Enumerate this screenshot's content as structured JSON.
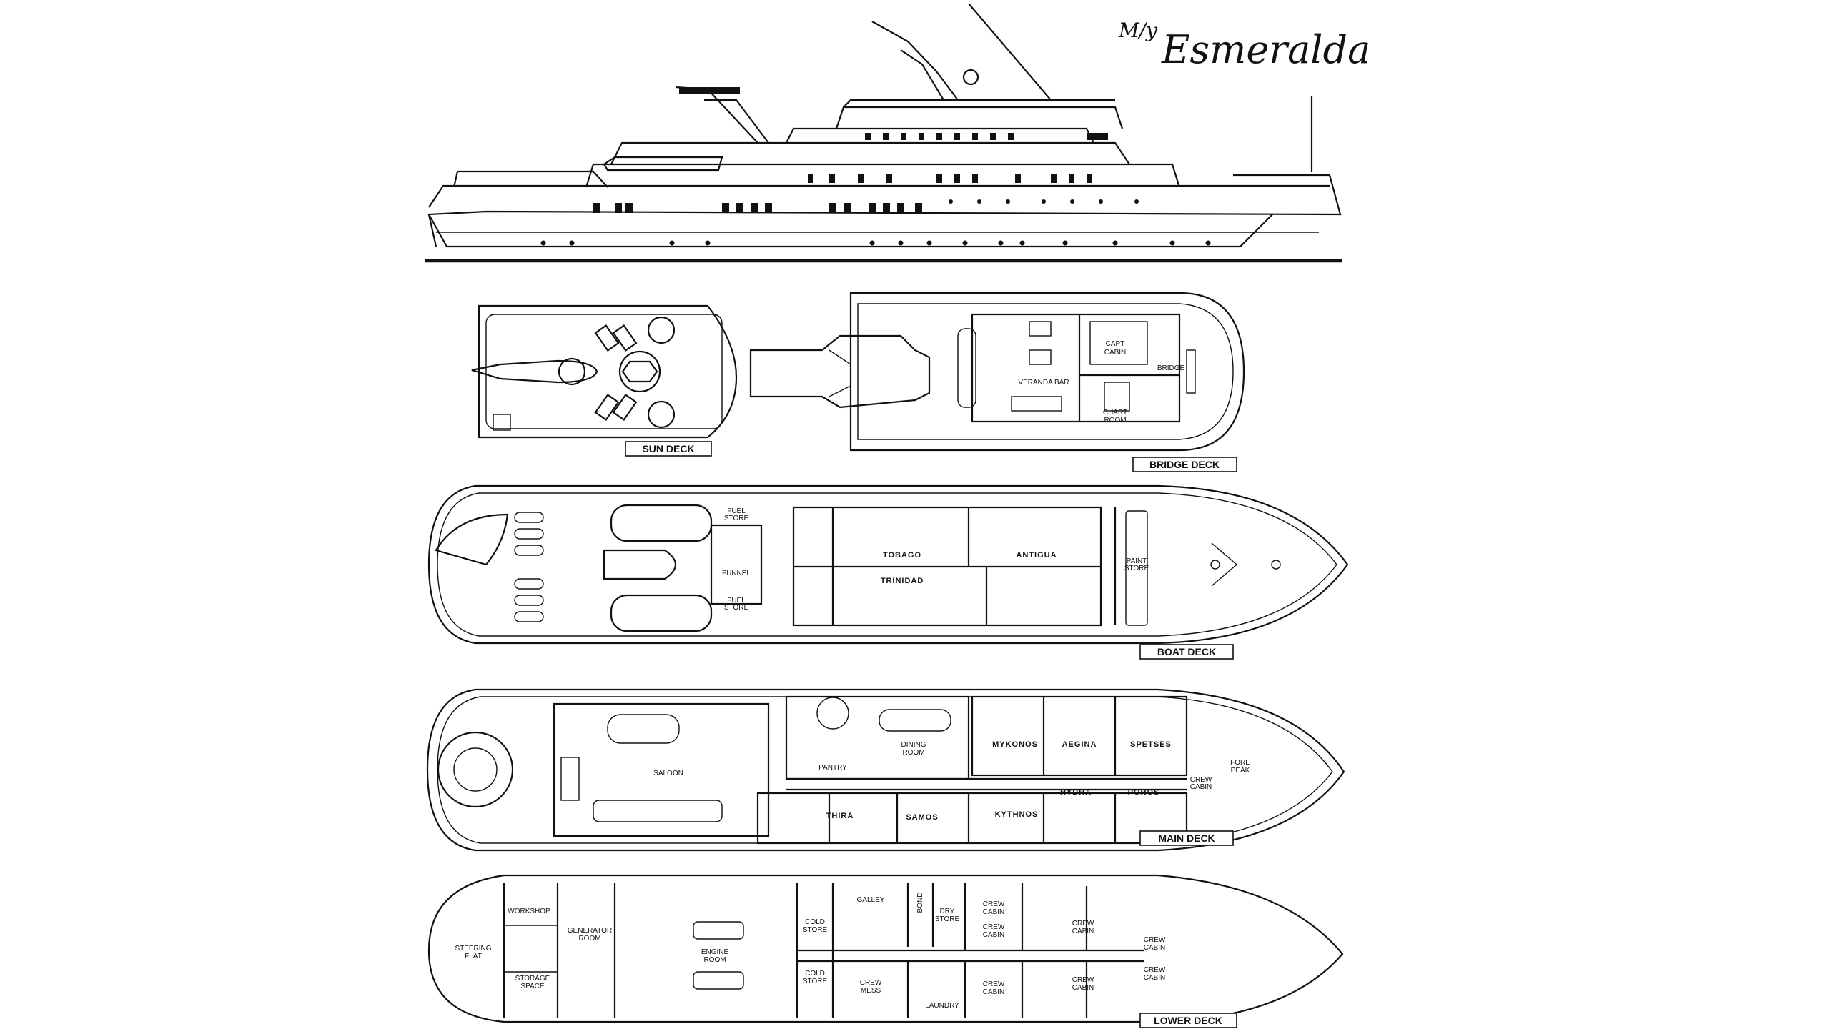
{
  "title": {
    "prefix": "M/y",
    "name": "Esmeralda"
  },
  "decks": {
    "sun": "SUN DECK",
    "bridge": "BRIDGE DECK",
    "boat": "BOAT DECK",
    "main": "MAIN DECK",
    "lower": "LOWER DECK"
  },
  "bridge_rooms": {
    "veranda_bar": "VERANDA BAR",
    "capt_cabin": [
      "CAPT",
      "CABIN"
    ],
    "chart_room": [
      "CHART",
      "ROOM"
    ],
    "bridge": "BRIDGE"
  },
  "boat_rooms": {
    "fuel_store_1": [
      "FUEL",
      "STORE"
    ],
    "fuel_store_2": [
      "FUEL",
      "STORE"
    ],
    "funnel": "FUNNEL",
    "paint_store": [
      "PAINT",
      "STORE"
    ],
    "tobago": "TOBAGO",
    "antigua": "ANTIGUA",
    "trinidad": "TRINIDAD"
  },
  "main_rooms": {
    "saloon": "SALOON",
    "dining_room": [
      "DINING",
      "ROOM"
    ],
    "pantry": "PANTRY",
    "fore_peak": [
      "FORE",
      "PEAK"
    ],
    "crew_cabin": [
      "CREW",
      "CABIN"
    ],
    "mykonos": "MYKONOS",
    "aegina": "AEGINA",
    "spetses": "SPETSES",
    "hydra": "HYDRA",
    "poros": "POROS",
    "thira": "THIRA",
    "samos": "SAMOS",
    "kythnos": "KYTHNOS"
  },
  "lower_rooms": {
    "workshop": "WORKSHOP",
    "steering_flat": [
      "STEERING",
      "FLAT"
    ],
    "storage_space": [
      "STORAGE",
      "SPACE"
    ],
    "generator_room": [
      "GENERATOR",
      "ROOM"
    ],
    "engine_room": [
      "ENGINE",
      "ROOM"
    ],
    "cold_store": [
      "COLD",
      "STORE"
    ],
    "galley": "GALLEY",
    "bond": "BOND",
    "dry_store": [
      "DRY",
      "STORE"
    ],
    "crew_mess": [
      "CREW",
      "MESS"
    ],
    "laundry": "LAUNDRY",
    "crew_cabin": [
      "CREW",
      "CABIN"
    ]
  }
}
